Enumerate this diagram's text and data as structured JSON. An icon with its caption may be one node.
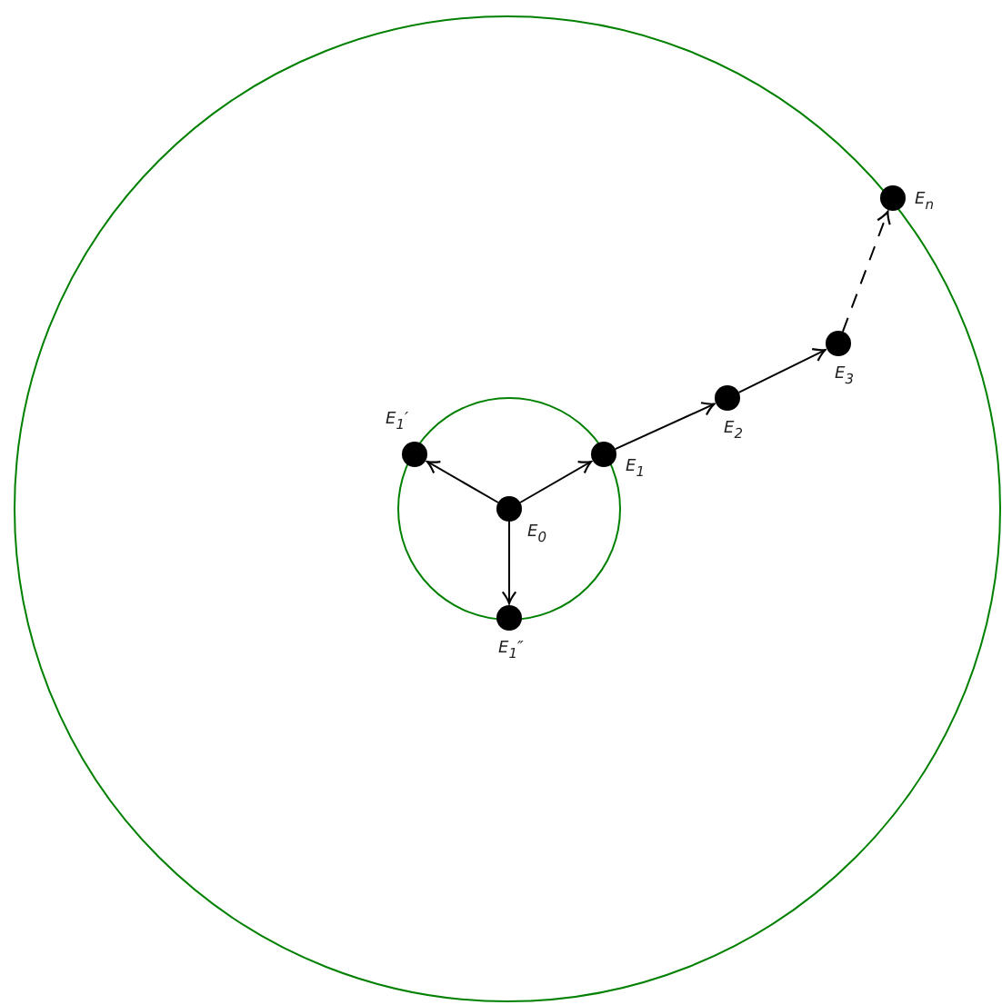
{
  "diagram": {
    "nodes": [
      {
        "text": [],
        "shape": "circle",
        "beside": [
          "E$_{0}$"
        ]
      },
      {
        "text": [],
        "shape": "circle",
        "beside": [
          "E$_{1}$′"
        ]
      },
      {
        "text": [],
        "shape": "circle",
        "beside": [
          "E$_{1}$"
        ]
      },
      {
        "text": [],
        "shape": "circle",
        "beside": [
          "E$_{1}$″"
        ]
      },
      {
        "text": [],
        "shape": "circle",
        "beside": [
          "E$_{2}$"
        ]
      },
      {
        "text": [],
        "shape": "circle",
        "beside": [
          "E$_{3}$"
        ]
      },
      {
        "text": [],
        "shape": "circle",
        "beside": [
          "E$_{n}$"
        ]
      }
    ],
    "edges": [
      {
        "from": 0,
        "to": 1,
        "arrow": "to"
      },
      {
        "from": 0,
        "to": 2,
        "arrow": "to"
      },
      {
        "from": 0,
        "to": 3,
        "arrow": "to"
      },
      {
        "from": 2,
        "to": 4,
        "arrow": "to"
      },
      {
        "from": 4,
        "to": 5,
        "arrow": "to"
      },
      {
        "from": 5,
        "to": 6,
        "arrow": "to",
        "style": "dashed"
      }
    ]
  }
}
